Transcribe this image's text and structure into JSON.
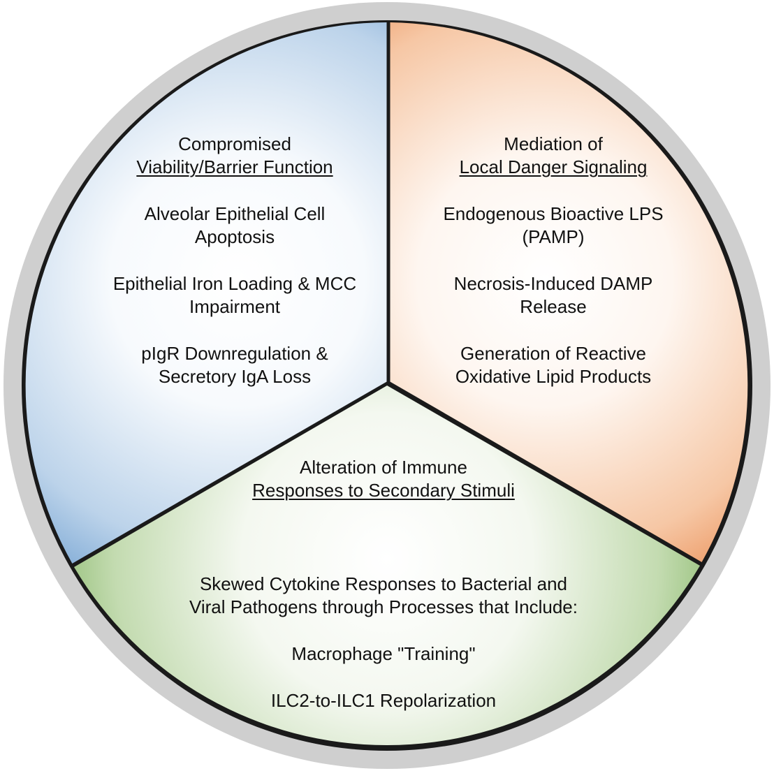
{
  "colors": {
    "ring": "#cfcfcf",
    "divider": "#1a1a1a",
    "left_sector_edge": "#7aa9d4",
    "right_sector_edge": "#ec9a63",
    "bottom_sector_edge": "#86b76a"
  },
  "left_sector": {
    "heading_line1": "Compromised",
    "heading_line2": "Viability/Barrier Function",
    "item1_line1": "Alveolar Epithelial Cell",
    "item1_line2": "Apoptosis",
    "item2_line1": "Epithelial Iron Loading & MCC",
    "item2_line2": "Impairment",
    "item3_line1": "pIgR Downregulation &",
    "item3_line2": "Secretory IgA Loss"
  },
  "right_sector": {
    "heading_line1": "Mediation of",
    "heading_line2": "Local Danger Signaling",
    "item1_line1": "Endogenous Bioactive LPS",
    "item1_line2": "(PAMP)",
    "item2_line1": "Necrosis-Induced DAMP",
    "item2_line2": "Release",
    "item3_line1": "Generation of Reactive",
    "item3_line2": "Oxidative Lipid Products"
  },
  "bottom_sector": {
    "heading_line1": "Alteration of Immune",
    "heading_line2": "Responses to Secondary Stimuli",
    "intro_line1": "Skewed Cytokine Responses to Bacterial and",
    "intro_line2": "Viral Pathogens through Processes that Include:",
    "item1": "Macrophage \"Training\"",
    "item2": "ILC2-to-ILC1 Repolarization"
  }
}
